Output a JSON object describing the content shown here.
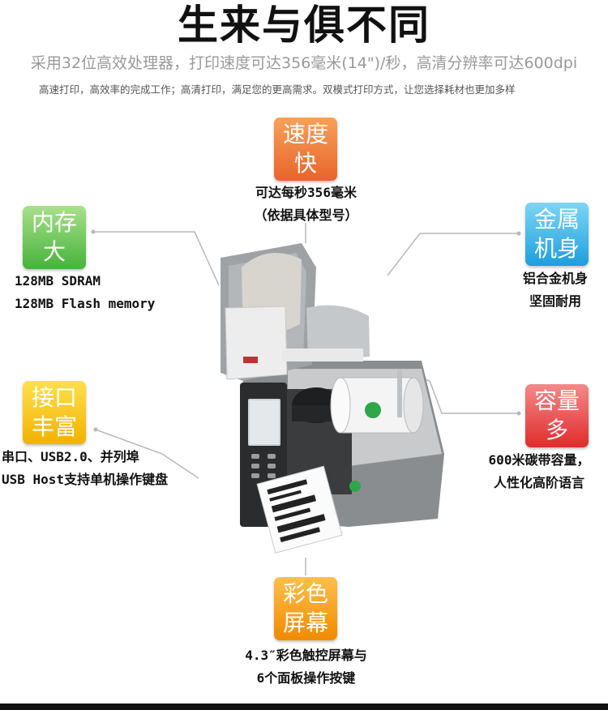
{
  "header": {
    "title": "生来与俱不同",
    "subtitle": "采用32位高效处理器，打印速度可达356毫米(14\")/秒，高清分辨率可达600dpi",
    "description": "高速打印，高效率的完成工作；高清打印，满足您的更高需求。双模式打印方式，让您选择耗材也更加多样"
  },
  "features": {
    "speed": {
      "line1": "速度",
      "line2": "快",
      "caption1": "可达每秒356毫米",
      "caption2": "（依据具体型号）"
    },
    "memory": {
      "line1": "内存",
      "line2": "大",
      "caption1": "128MB SDRAM",
      "caption2": "128MB Flash memory"
    },
    "metal": {
      "line1": "金属",
      "line2": "机身",
      "caption1": "铝合金机身",
      "caption2": "坚固耐用"
    },
    "interface": {
      "line1": "接口",
      "line2": "丰富",
      "caption1": "串口、USB2.0、并列埠",
      "caption2": "USB Host支持单机操作键盘"
    },
    "capacity": {
      "line1": "容量",
      "line2": "多",
      "caption1": "600米碳带容量，",
      "caption2": "人性化高阶语言"
    },
    "screen": {
      "line1": "彩色",
      "line2": "屏幕",
      "caption1": "4.3″彩色触控屏幕与",
      "caption2": "6个面板操作按键"
    }
  },
  "colors": {
    "orange": "#e8642b",
    "green": "#46b33a",
    "blue": "#1d9fdd",
    "yellow": "#f2b200",
    "red": "#e02b2b",
    "amber": "#f08a00"
  }
}
